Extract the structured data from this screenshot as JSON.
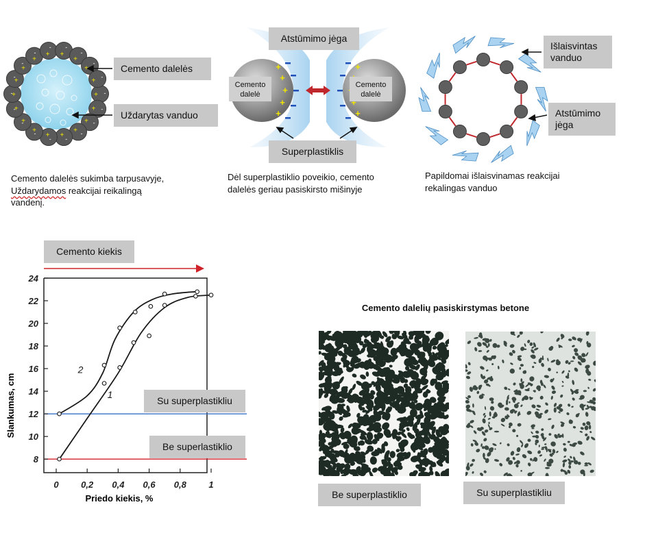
{
  "panel1": {
    "label_particles": "Cemento dalelės",
    "label_water": "Uždarytas vanduo",
    "caption_line1": "Cemento dalelės sukimba tarpusavyje,",
    "caption_line2_pre": "Uždarydamos",
    "caption_line2_post": " reakcijai reikalingą",
    "caption_line3": "vandenį."
  },
  "panel2": {
    "label_force": "Atstūmimo jėga",
    "particle_left_line1": "Cemento",
    "particle_left_line2": "dalelė",
    "particle_right_line1": "Cemento",
    "particle_right_line2": "dalelė",
    "label_superplasticizer": "Superplastiklis",
    "caption_line1": "Dėl superplastiklio poveikio, cemento",
    "caption_line2": "dalelės geriau pasiskirsto mišinyje"
  },
  "panel3": {
    "label_released_line1": "Išlaisvintas",
    "label_released_line2": "vanduo",
    "label_force_line1": "Atstūmimo",
    "label_force_line2": "jėga",
    "caption_line1": "Papildomai išlaisvinamas reakcijai",
    "caption_line2": "rekalingas vanduo"
  },
  "chart": {
    "label_cement_amount": "Cemento kiekis",
    "label_with": "Su superplastikliu",
    "label_without": "Be superlastiklio"
  },
  "chart_data": {
    "type": "line",
    "xlabel": "Priedo kiekis, %",
    "ylabel": "Slankumas, cm",
    "xlim": [
      0,
      1
    ],
    "ylim": [
      8,
      24
    ],
    "x_ticks": [
      "0",
      "0,2",
      "0,4",
      "0,6",
      "0,8",
      "1"
    ],
    "y_ticks": [
      "8",
      "10",
      "12",
      "14",
      "16",
      "18",
      "20",
      "22",
      "24"
    ],
    "grid": false,
    "series": [
      {
        "name": "1",
        "points": [
          [
            0.02,
            8
          ],
          [
            0.31,
            14.7
          ],
          [
            0.41,
            16.1
          ],
          [
            0.5,
            18.3
          ],
          [
            0.6,
            18.9
          ],
          [
            0.7,
            21.6
          ],
          [
            0.9,
            22.4
          ],
          [
            1.0,
            22.5
          ]
        ]
      },
      {
        "name": "2",
        "points": [
          [
            0.02,
            12
          ],
          [
            0.31,
            16.3
          ],
          [
            0.41,
            19.6
          ],
          [
            0.51,
            21.0
          ],
          [
            0.61,
            21.5
          ],
          [
            0.7,
            22.6
          ],
          [
            0.91,
            22.8
          ]
        ]
      }
    ],
    "reference_lines": [
      {
        "y": 12,
        "color": "#3a6fc9"
      },
      {
        "y": 8,
        "color": "#d0202a"
      }
    ]
  },
  "distribution": {
    "title": "Cemento dalelių pasiskirstymas betone",
    "label_without": "Be superplastiklio",
    "label_with": "Su superplastikliu"
  },
  "colors": {
    "label_bg": "#c8c8c8",
    "particle": "#5a5a5a",
    "water": "#a8def0",
    "arrow_red": "#c0282d",
    "ref_blue": "#3a6fc9",
    "ref_red": "#d0202a"
  }
}
